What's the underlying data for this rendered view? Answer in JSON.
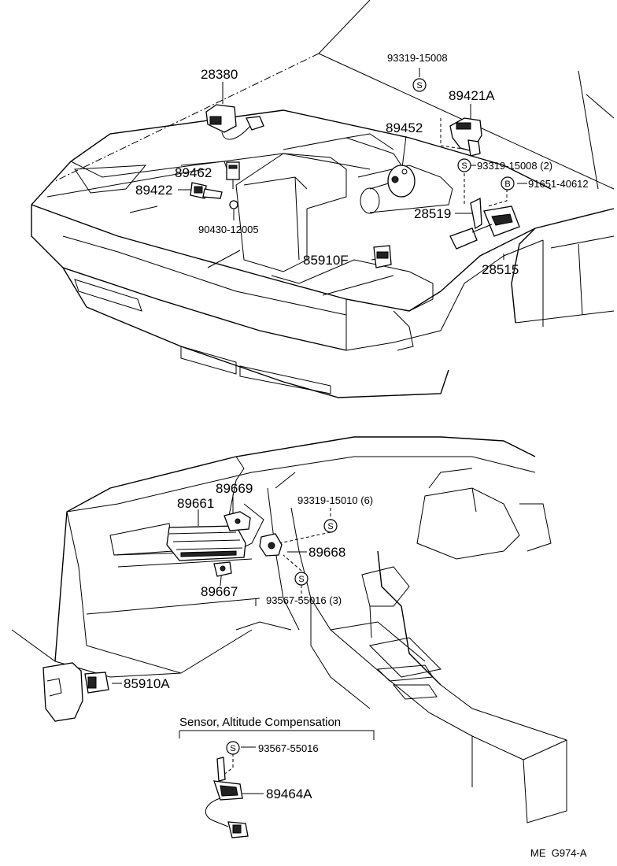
{
  "diagram_code": "ME  G974-A",
  "section_caption": "Sensor, Altitude Compensation",
  "fastener_symbols": {
    "s": "S",
    "b": "B"
  },
  "parts": {
    "p28380": "28380",
    "p93319_15008": "93319-15008",
    "p89421A": "89421A",
    "p89452": "89452",
    "p89462": "89462",
    "p89422": "89422",
    "p93319_15008_2": "93319-15008 (2)",
    "p91651_40612": "91651-40612",
    "p90430_12005": "90430-12005",
    "p28519": "28519",
    "p85910F": "85910F",
    "p28515": "28515",
    "p89669": "89669",
    "p89661": "89661",
    "p93319_15010_6": "93319-15010 (6)",
    "p89668": "89668",
    "p89667": "89667",
    "p93567_55016_3": "93567-55016 (3)",
    "p85910A": "85910A",
    "p93567_55016": "93567-55016",
    "p89464A": "89464A"
  }
}
